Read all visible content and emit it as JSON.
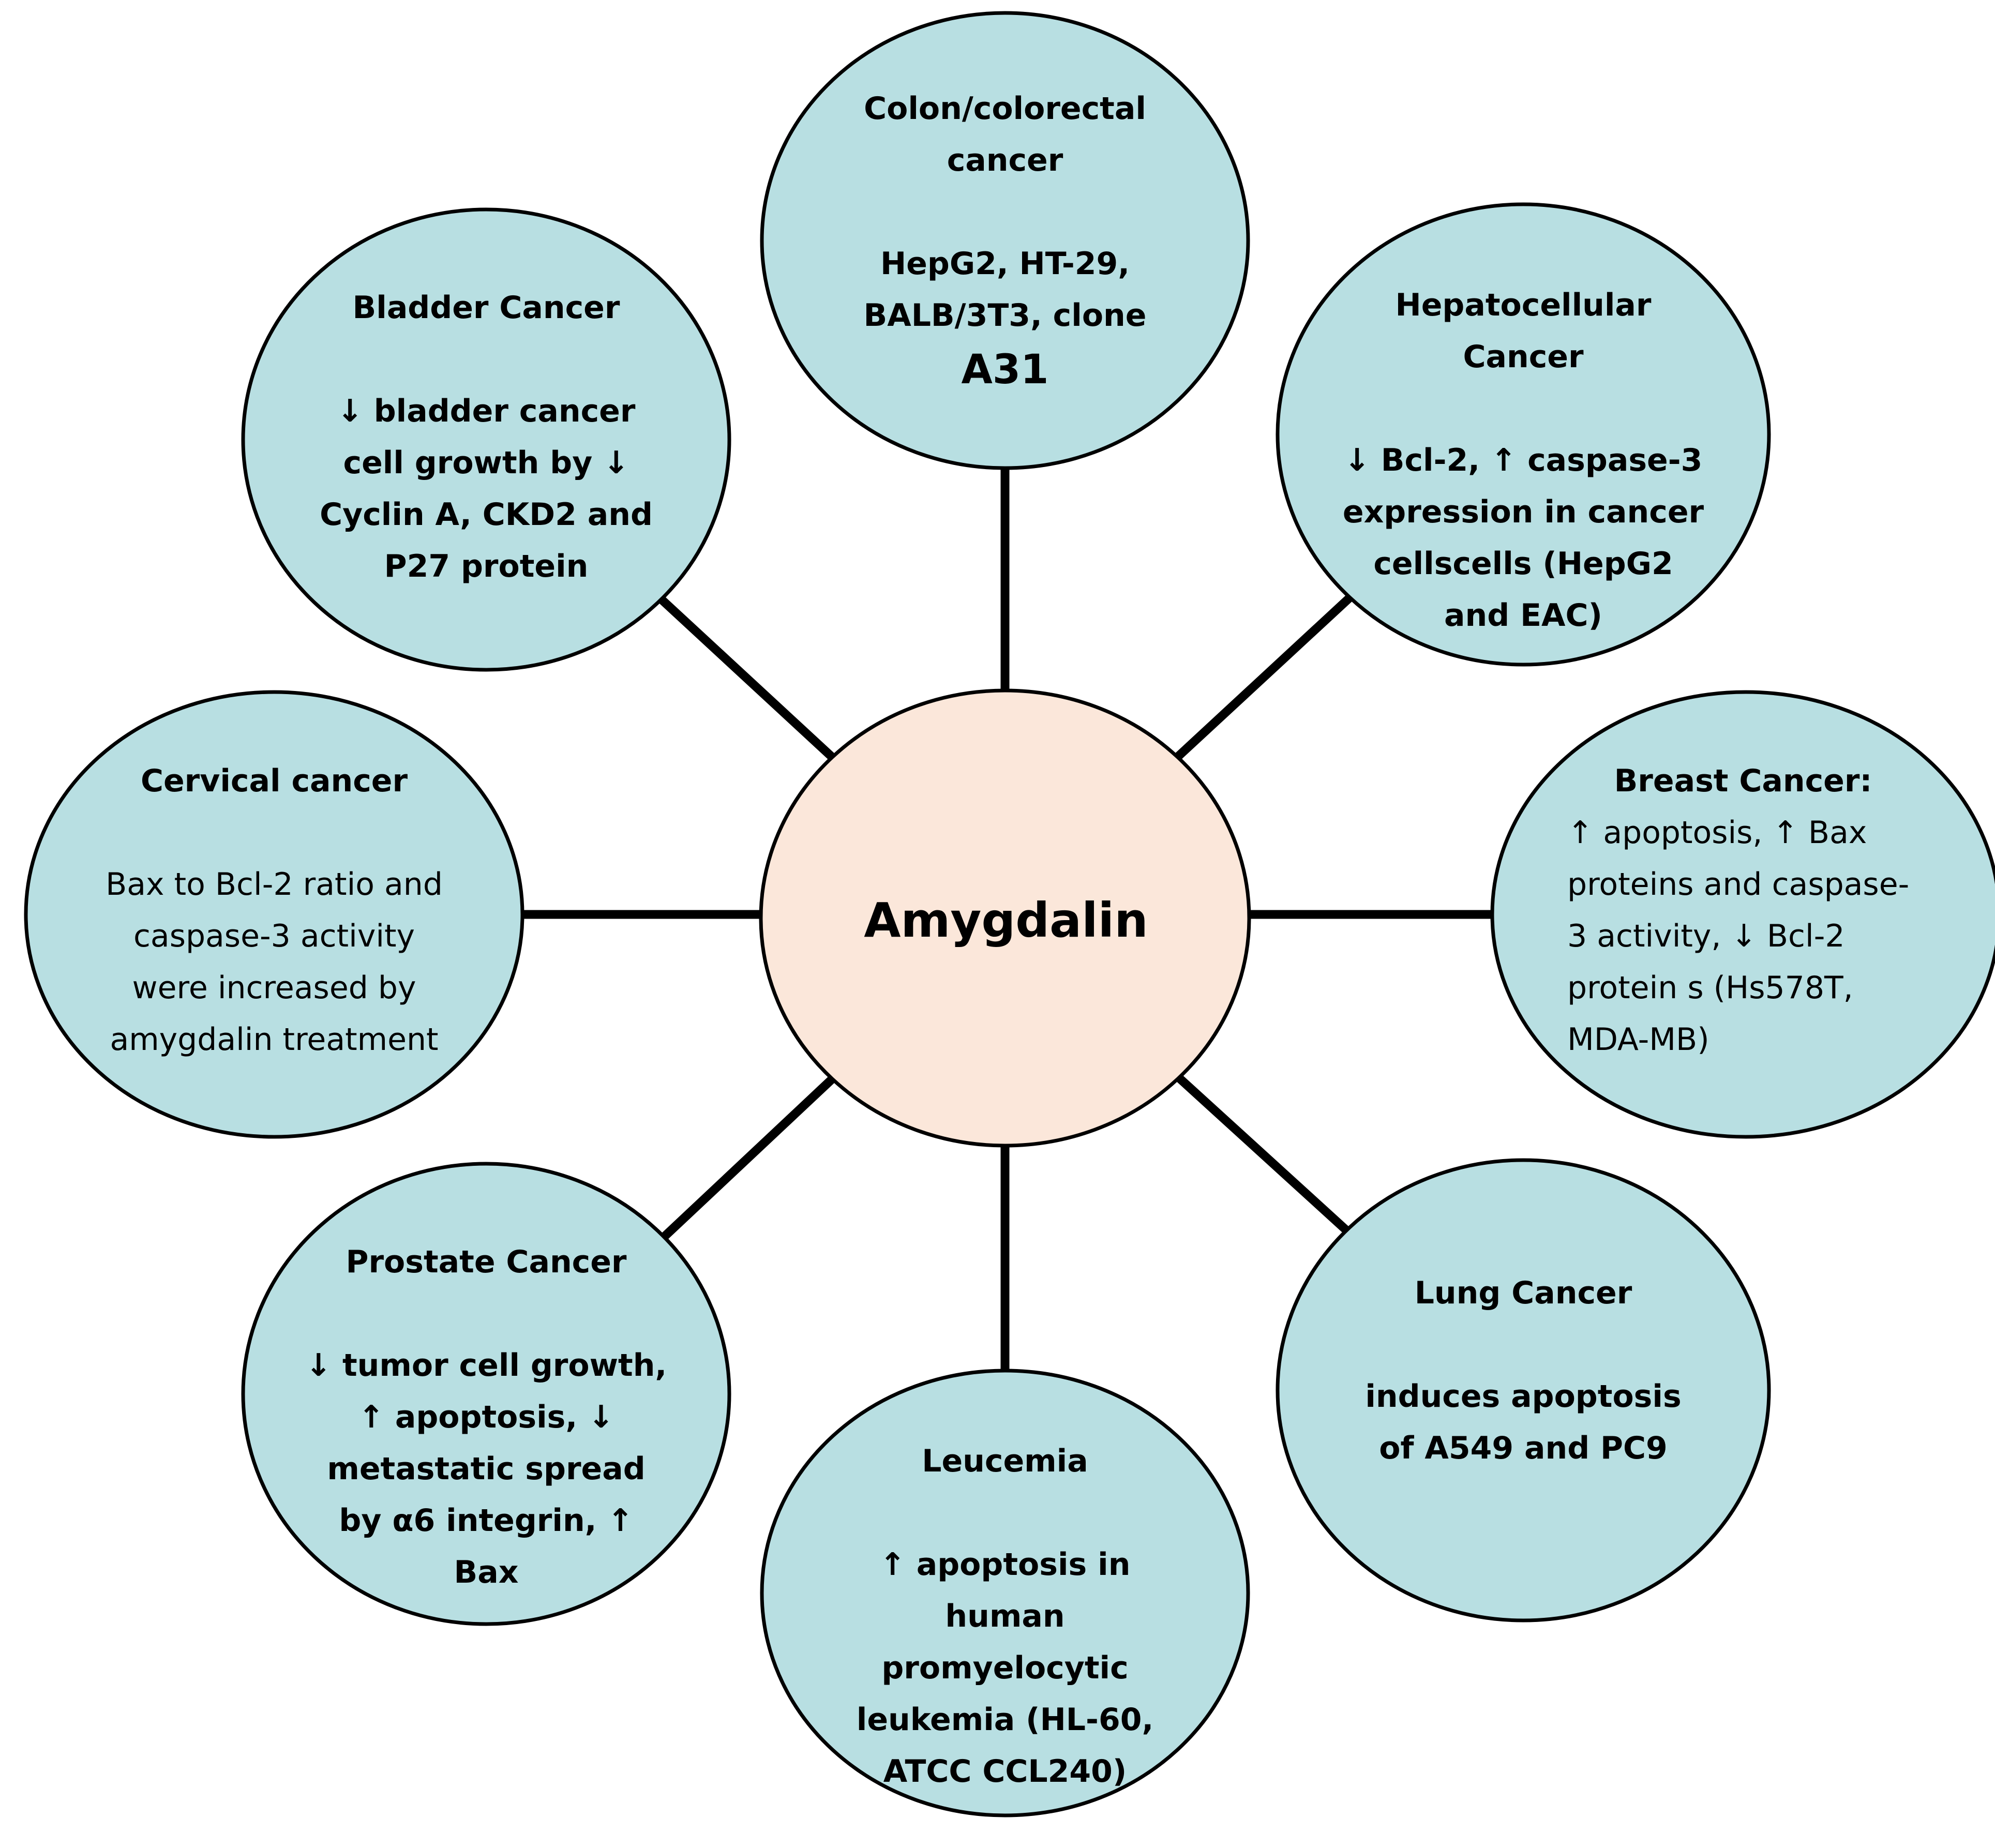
{
  "colors": {
    "center_fill": "#fbe7da",
    "node_fill": "#b8dfe2",
    "stroke": "#000000"
  },
  "center": {
    "label": "Amygdalin"
  },
  "nodes": {
    "colon": {
      "title": "Colon/colorectal cancer",
      "body": "HepG2, HT-29, BALB/3T3, clone",
      "extra": "A31"
    },
    "hepatocellular": {
      "title": "Hepatocellular Cancer",
      "body": "↓ Bcl-2, ↑ caspase-3 expression in  cancer cellscells (HepG2 and EAC)"
    },
    "breast": {
      "title": "Breast Cancer:",
      "body": "↑ apoptosis, ↑ Bax proteins and caspase-3 activity, ↓ Bcl-2 protein s (Hs578T, MDA-MB)"
    },
    "lung": {
      "title": "Lung Cancer",
      "body": "induces apoptosis of A549 and PC9"
    },
    "leucemia": {
      "title": "Leucemia",
      "body": "↑ apoptosis in human promyelocytic leukemia  (HL-60, ATCC CCL240)"
    },
    "prostate": {
      "title": "Prostate Cancer",
      "body": "↓ tumor cell growth, ↑ apoptosis, ↓ metastatic spread by α6 integrin, ↑ Bax"
    },
    "cervical": {
      "title": "Cervical cancer",
      "body": "Bax to Bcl-2 ratio and caspase-3 activity were increased by amygdalin treatment"
    },
    "bladder": {
      "title": "Bladder Cancer",
      "body": "↓  bladder cancer cell growth by ↓ Cyclin A, CKD2 and P27 protein"
    }
  }
}
